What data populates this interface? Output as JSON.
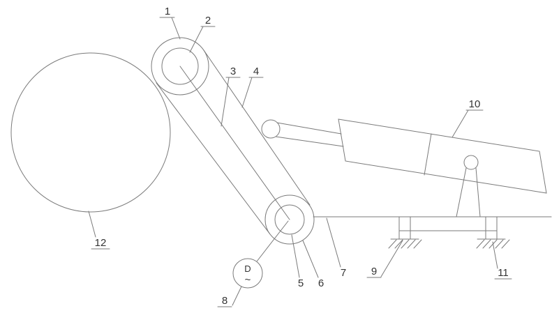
{
  "figure": {
    "background": "#ffffff",
    "line_color": "#7a7a7a",
    "label_color": "#333333"
  },
  "labels": [
    "1",
    "2",
    "3",
    "4",
    "5",
    "6",
    "7",
    "8",
    "9",
    "10",
    "11",
    "12"
  ],
  "motor": {
    "letter": "D",
    "wave": "~"
  }
}
